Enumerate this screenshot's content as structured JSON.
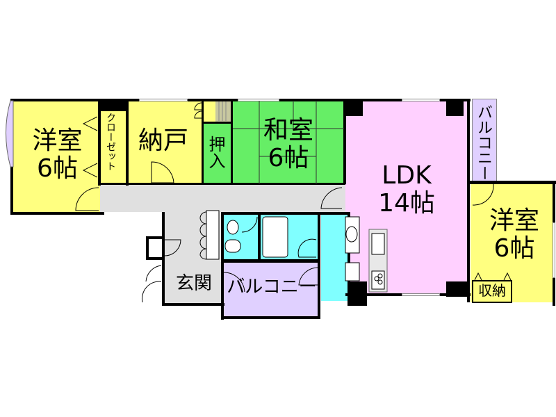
{
  "floor_plan": {
    "colors": {
      "western_room": "#ffff80",
      "japanese_room": "#66ee66",
      "ldk": "#ffd0ff",
      "balcony": "#e0d0ff",
      "corridor": "#e0e0e0",
      "wet_area": "#80ffff",
      "wall": "#000000"
    },
    "rooms": {
      "western_room_left": {
        "name": "洋室",
        "size": "6帖"
      },
      "closet": {
        "name": "クローゼット"
      },
      "storage_room": {
        "name": "納戸"
      },
      "oshiire": {
        "name": "押入"
      },
      "japanese_room": {
        "name": "和室",
        "size": "6帖"
      },
      "ldk": {
        "name": "LDK",
        "size": "14帖"
      },
      "balcony_right": {
        "name": "バルコニー"
      },
      "western_room_right": {
        "name": "洋室",
        "size": "6帖"
      },
      "storage": {
        "name": "収納"
      },
      "entrance": {
        "name": "玄関"
      },
      "balcony_bottom": {
        "name": "バルコニー"
      }
    }
  }
}
